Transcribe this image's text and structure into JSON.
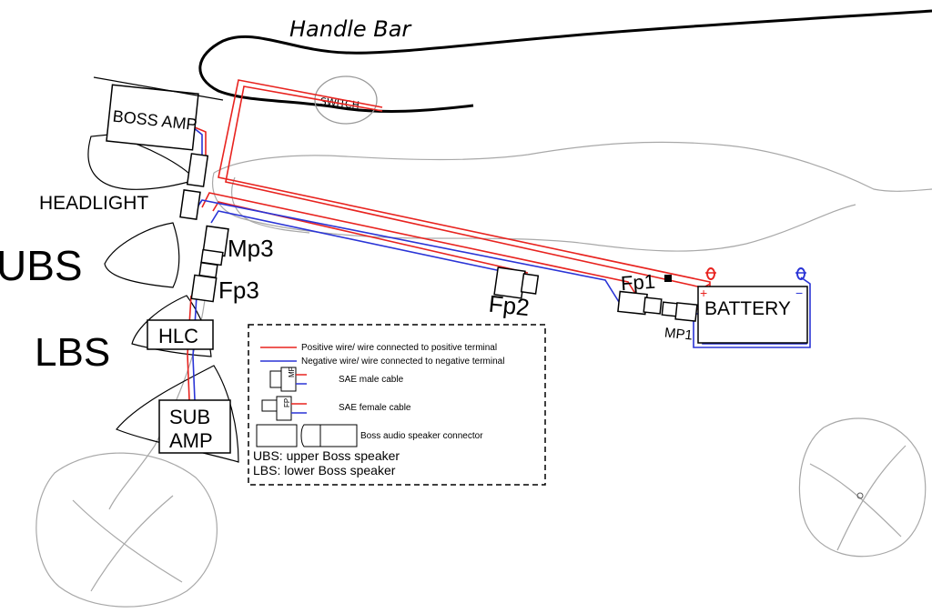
{
  "diagram": {
    "handlebar_label": "Handle Bar",
    "switch_label": "SWITCH",
    "boss_amp_label": "BOSS AMP",
    "headlight_label": "HEADLIGHT",
    "ubs_label": "UBS",
    "lbs_label": "LBS",
    "hlc_label": "HLC",
    "sub_amp_line1": "SUB",
    "sub_amp_line2": "AMP",
    "mp3_label": "Mp3",
    "fp3_label": "Fp3",
    "fp2_label": "Fp2",
    "fp1_label": "Fp1",
    "mp1_label": "MP1",
    "battery_label": "BATTERY",
    "battery_plus": "+",
    "battery_minus": "−"
  },
  "legend": {
    "positive": "Positive wire/ wire connected to positive terminal",
    "negative": "Negative wire/ wire connected to negative terminal",
    "mp_tag": "MP",
    "mp_text": "SAE male cable",
    "fp_tag": "FP",
    "fp_text": "SAE female cable",
    "boss_conn_text": "Boss audio speaker connector",
    "ubs_def": "UBS: upper Boss speaker",
    "lbs_def": "LBS: lower Boss speaker"
  },
  "colors": {
    "positive_wire": "#e8231f",
    "negative_wire": "#2a34d6"
  }
}
